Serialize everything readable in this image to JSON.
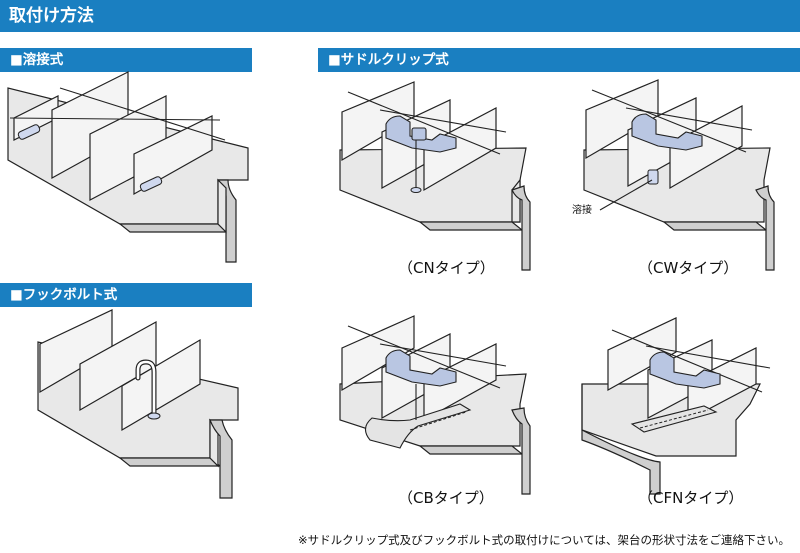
{
  "header": {
    "title": "取付け方法"
  },
  "sections": {
    "welding": {
      "label": "■溶接式"
    },
    "saddle": {
      "label": "■サドルクリップ式"
    },
    "hookbolt": {
      "label": "■フックボルト式"
    }
  },
  "figures": {
    "cn": {
      "caption": "（CNタイプ）"
    },
    "cw": {
      "caption": "（CWタイプ）",
      "callout": "溶接"
    },
    "cb": {
      "caption": "（CBタイプ）"
    },
    "cfn": {
      "caption": "（CFNタイプ）"
    }
  },
  "footnote": "※サドルクリップ式及びフックボルト式の取付けについては、架台の形状寸法をご連絡下さい。",
  "colors": {
    "accent": "#1a7fc1",
    "clip": "#b9c6e2"
  }
}
